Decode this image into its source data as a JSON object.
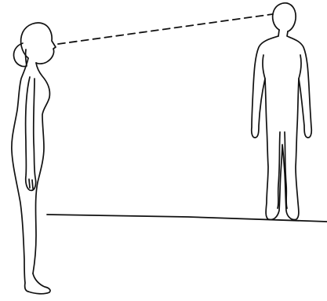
{
  "figure": {
    "colors": {
      "background": "#ffffff",
      "outline": "#111111"
    },
    "elements": [
      "woman-side-profile",
      "man-front-view",
      "sight-line",
      "ground-line"
    ],
    "sight_line": {
      "style": "dashed"
    }
  }
}
